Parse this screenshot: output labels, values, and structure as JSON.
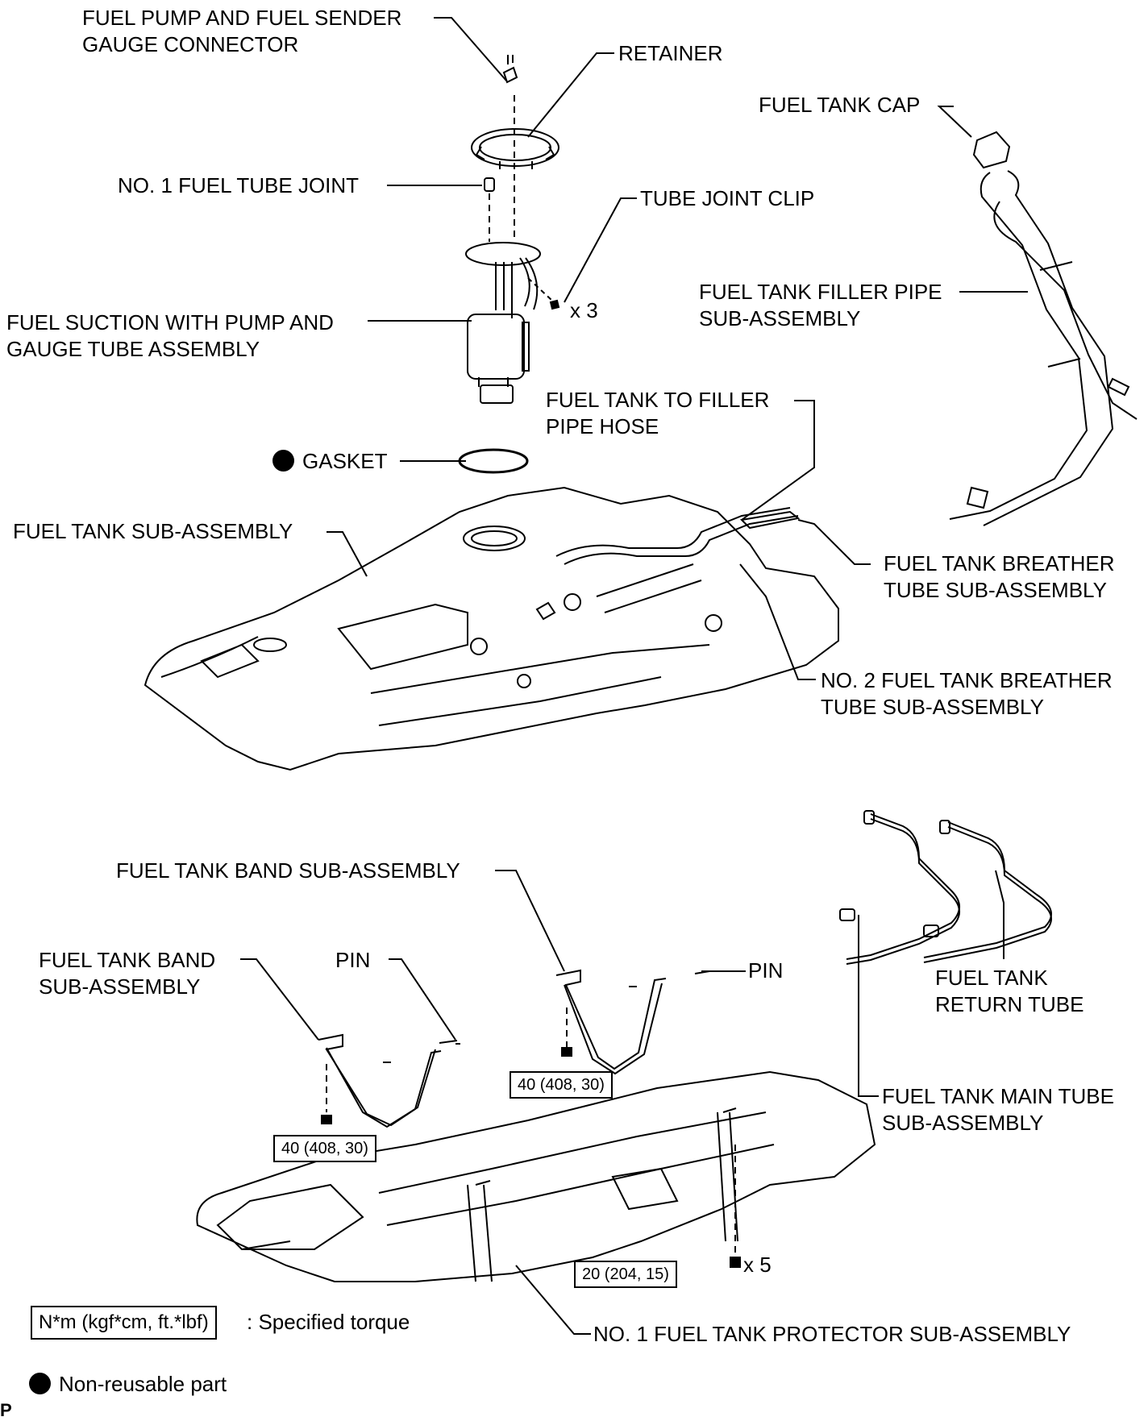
{
  "labels": {
    "connector_line1": "FUEL PUMP AND FUEL SENDER",
    "connector_line2": "GAUGE CONNECTOR",
    "retainer": "RETAINER",
    "fuel_tube_joint": "NO. 1 FUEL TUBE JOINT",
    "tube_joint_clip": "TUBE JOINT CLIP",
    "clip_qty": "x 3",
    "suction_line1": "FUEL SUCTION WITH PUMP AND",
    "suction_line2": "GAUGE TUBE ASSEMBLY",
    "gasket": "GASKET",
    "fuel_tank_cap": "FUEL TANK CAP",
    "filler_pipe_line1": "FUEL TANK FILLER PIPE",
    "filler_pipe_line2": "SUB-ASSEMBLY",
    "filler_hose_line1": "FUEL TANK TO FILLER",
    "filler_hose_line2": "PIPE HOSE",
    "tank_sub_assembly": "FUEL TANK SUB-ASSEMBLY",
    "breather_line1": "FUEL TANK BREATHER",
    "breather_line2": "TUBE SUB-ASSEMBLY",
    "breather2_line1": "NO. 2 FUEL TANK BREATHER",
    "breather2_line2": "TUBE SUB-ASSEMBLY",
    "band_top": "FUEL TANK BAND SUB-ASSEMBLY",
    "band_left_line1": "FUEL TANK BAND",
    "band_left_line2": "SUB-ASSEMBLY",
    "pin_left": "PIN",
    "pin_right": "PIN",
    "return_line1": "FUEL TANK",
    "return_line2": "RETURN TUBE",
    "main_tube_line1": "FUEL TANK MAIN TUBE",
    "main_tube_line2": "SUB-ASSEMBLY",
    "protector": "NO. 1 FUEL TANK PROTECTOR SUB-ASSEMBLY",
    "bolt_qty": "x 5",
    "torque_band_right": "40 (408, 30)",
    "torque_band_left": "40 (408, 30)",
    "torque_protector": "20 (204, 15)"
  },
  "legend": {
    "torque_unit": "N*m (kgf*cm, ft.*lbf)",
    "torque_text": ": Specified torque",
    "nonreusable_text": "Non-reusable part"
  },
  "corner_mark": "P"
}
